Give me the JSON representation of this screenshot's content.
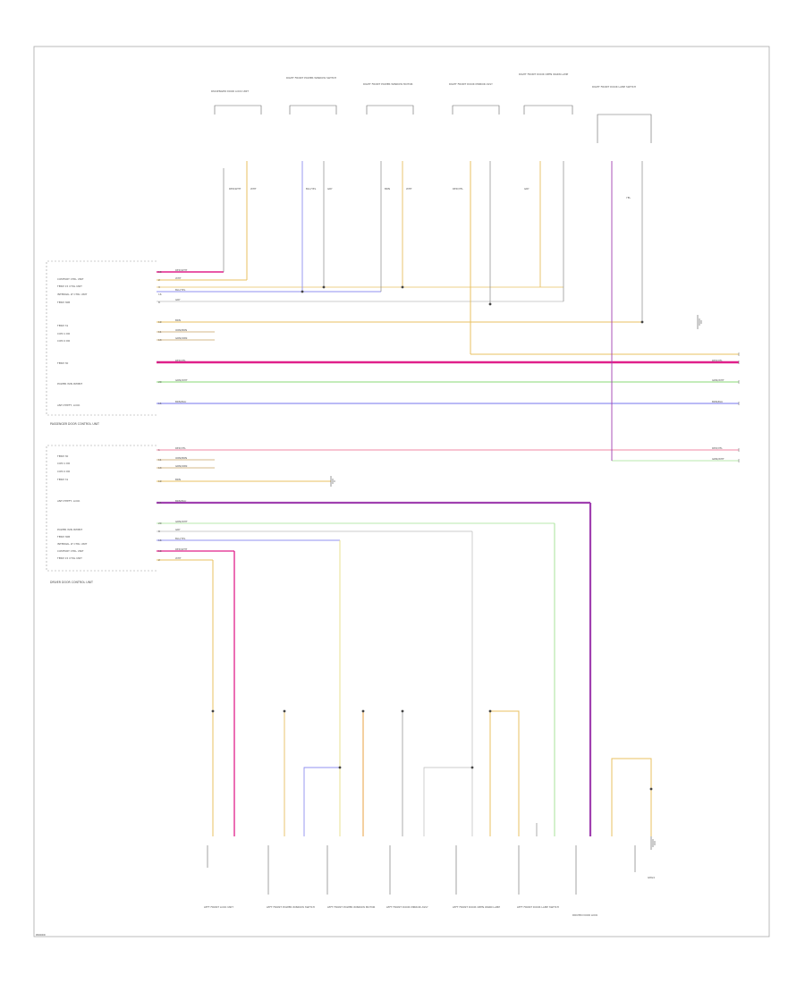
{
  "footer_code": "W0000",
  "unit_labels": {
    "passenger_unit": "PASSENGER DOOR CONTROL UNIT",
    "driver_unit": "DRIVER DOOR CONTROL UNIT"
  },
  "connector_labels": {
    "passenger": [
      "COMFORT CTRL UNIT",
      "TERM 15 CTRL UNIT",
      "INTERNAL LT CTRL UNIT",
      "TERM 30B",
      "TERM 31",
      "COM 1 DR",
      "COM 2 DR",
      "TERM 30",
      "POWER WIN INHIBIT",
      "ANTI-THEFT, LOCK"
    ],
    "driver": [
      "TERM 30",
      "COM 1 DR",
      "COM 2 DR",
      "TERM 31",
      "ANTI-THEFT, LOCK",
      "POWER WIN INHIBIT",
      "TERM 30B",
      "INTERNAL LT CTRL UNIT",
      "COMFORT CTRL UNIT",
      "TERM 15 CTRL UNIT"
    ]
  },
  "top_components": [
    "PASSENGER DOOR LOCK UNIT",
    "RIGHT FRONT POWER WINDOW SWITCH",
    "RIGHT FRONT POWER WINDOW MOTOR",
    "RIGHT FRONT DOOR MIRROR ASSY",
    "RIGHT FRONT DOOR OPEN WARN LAMP",
    "RIGHT FRONT DOOR LAMP SWITCH"
  ],
  "bottom_components": [
    "LEFT FRONT LOCK UNIT",
    "LEFT FRONT POWER WINDOW SWITCH",
    "LEFT FRONT POWER WINDOW MOTOR",
    "LEFT FRONT DOOR MIRROR ASSY",
    "LEFT FRONT DOOR OPEN WARN LAMP",
    "LEFT FRONT DOOR LAMP SWITCH",
    "DRIVER DOOR LOCK",
    "G8G4"
  ],
  "wire_labels": [
    "RED/WHT",
    "WHT",
    "BLU/YEL",
    "GRY",
    "BRN",
    "ORN/BRN",
    "GRN/ORN",
    "RED/YEL",
    "GRN/WHT",
    "BRN/BLU",
    "YEL",
    "BLK"
  ],
  "colors": {
    "frame": "#aaaaaa",
    "magenta": "#e0208a",
    "pink": "#f4a0b8",
    "yellow": "#e8c060",
    "violet": "#a040b0",
    "green": "#a0e090",
    "blue": "#9090f0",
    "gray": "#888888"
  }
}
